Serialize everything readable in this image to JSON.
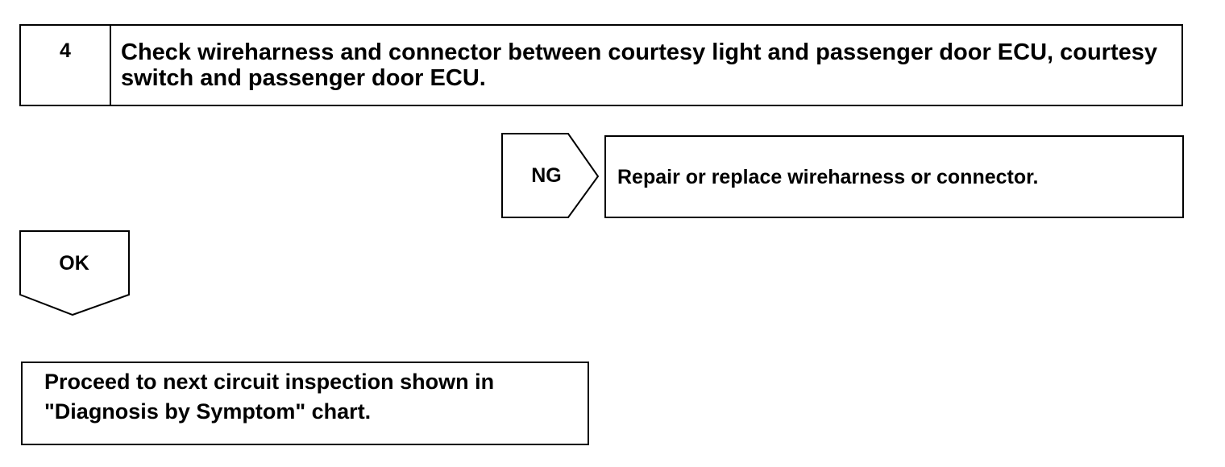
{
  "step": {
    "number": "4",
    "text": "Check wireharness and connector between courtesy light and passenger door ECU, courtesy switch and passenger door ECU."
  },
  "ng_branch": {
    "label": "NG",
    "action": "Repair or replace wireharness or connector."
  },
  "ok_branch": {
    "label": "OK"
  },
  "next_step": {
    "text": "Proceed to next circuit inspection shown in \"Diagnosis by Symptom\" chart."
  }
}
